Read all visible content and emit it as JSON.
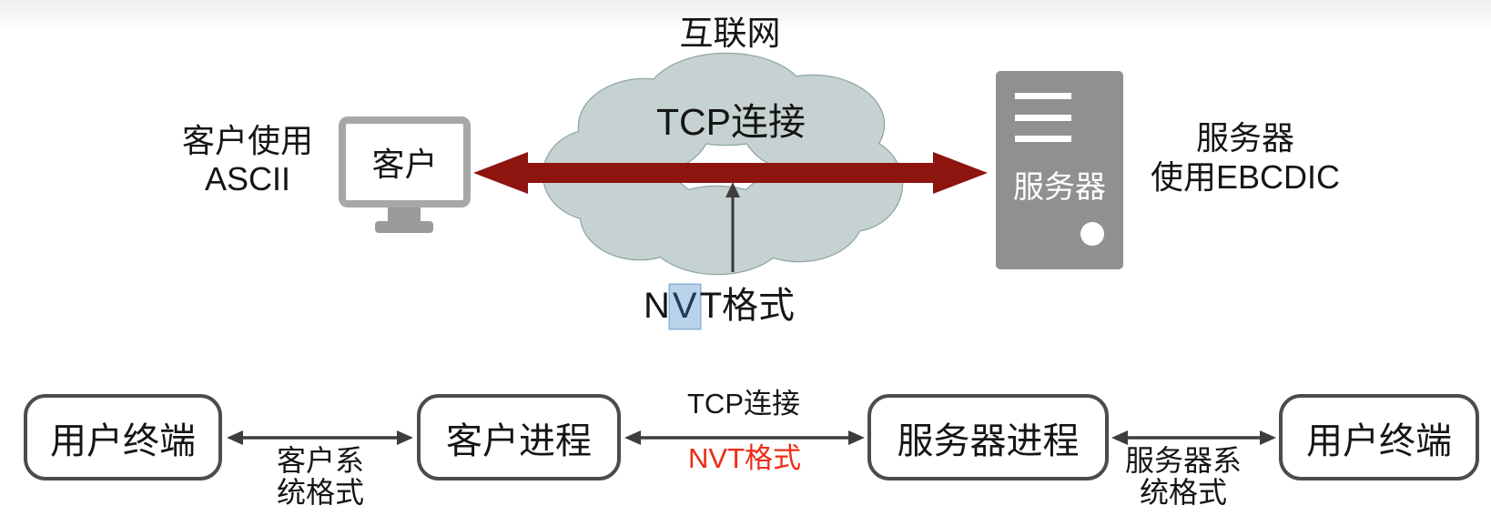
{
  "top_diagram": {
    "internet_label": "互联网",
    "cloud_tcp_label": "TCP连接",
    "nvt_label": {
      "prefix": "N",
      "highlighted": "V",
      "suffix": "T格式"
    },
    "client_caption": {
      "line1": "客户使用",
      "line2": "ASCII"
    },
    "client_monitor_label": "客户",
    "server_icon_label": "服务器",
    "server_caption": {
      "line1": "服务器",
      "line2": "使用EBCDIC"
    }
  },
  "bottom_diagram": {
    "boxes": [
      {
        "label": "用户终端"
      },
      {
        "label": "客户进程"
      },
      {
        "label": "服务器进程"
      },
      {
        "label": "用户终端"
      }
    ],
    "link_client_system": {
      "line1": "客户系",
      "line2": "统格式"
    },
    "link_tcp": {
      "top": "TCP连接",
      "bottom": "NVT格式"
    },
    "link_server_system": {
      "line1": "服务器系",
      "line2": "统格式"
    }
  },
  "colors": {
    "tcp_arrow_red": "#8e1410",
    "nvt_highlight_blue": "#b9d3eb",
    "nvt_red_text": "#ee2b17",
    "cloud_fill": "#c6d2d1",
    "cloud_stroke": "#8da5a4",
    "icon_gray": "#909090",
    "monitor_border_gray": "#a7a7a7",
    "connector_gray": "#3d3d3d",
    "box_border_gray": "#4c4c4c"
  }
}
